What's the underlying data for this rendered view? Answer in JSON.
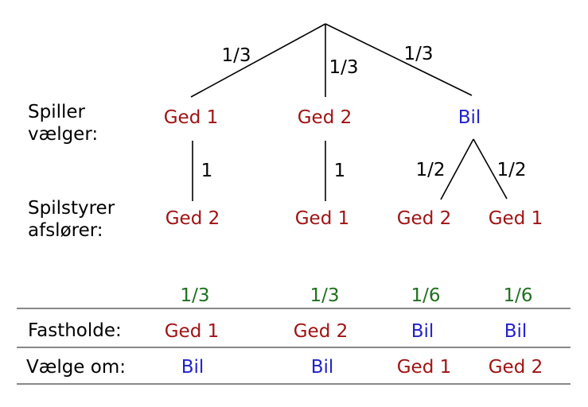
{
  "colors": {
    "goat": "#9f1212",
    "car": "#2222cc",
    "probability": "#1e701e",
    "line": "#000000",
    "rule": "#888888",
    "text": "#000000",
    "background": "#ffffff"
  },
  "tree": {
    "player_row_label_line1": "Spiller",
    "player_row_label_line2": "vælger:",
    "host_row_label_line1": "Spilstyrer",
    "host_row_label_line2": "afslører:",
    "root_probs": {
      "left": "1/3",
      "mid": "1/3",
      "right": "1/3"
    },
    "level1": {
      "a": "Ged 1",
      "b": "Ged 2",
      "c": "Bil"
    },
    "reveal_probs": {
      "a": "1",
      "b": "1",
      "c_left": "1/2",
      "c_right": "1/2"
    },
    "level2": {
      "a": "Ged 2",
      "b": "Ged 1",
      "c1": "Ged 2",
      "c2": "Ged 1"
    }
  },
  "table": {
    "probabilities": [
      "1/3",
      "1/3",
      "1/6",
      "1/6"
    ],
    "stay_label": "Fastholde:",
    "stay_values": [
      "Ged 1",
      "Ged 2",
      "Bil",
      "Bil"
    ],
    "switch_label": "Vælge om:",
    "switch_values": [
      "Bil",
      "Bil",
      "Ged 1",
      "Ged 2"
    ]
  }
}
